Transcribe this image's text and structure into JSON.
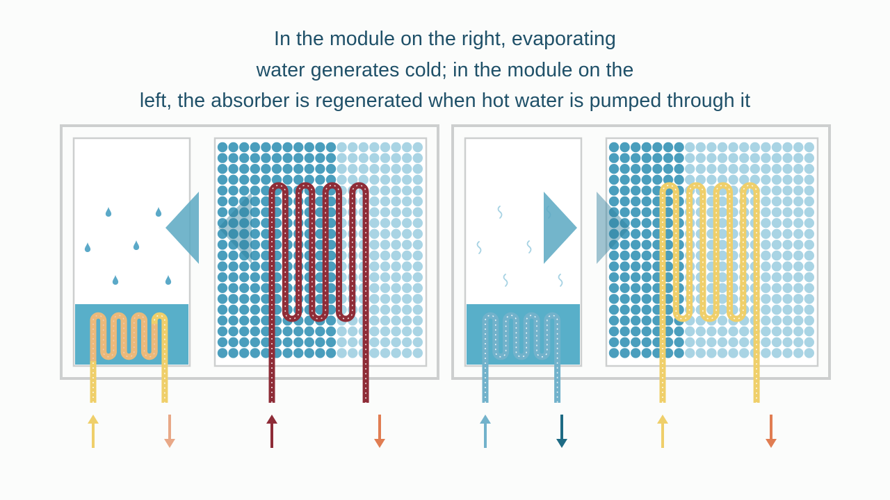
{
  "caption": {
    "line1": "In the module on the right, evaporating",
    "line2": "water generates cold; in the module on the",
    "line3": "left, the absorber is regenerated when hot water is pumped through it"
  },
  "colors": {
    "background": "#fbfcfb",
    "caption_text": "#1f5068",
    "frame": "#cdcfcf",
    "water": "#58afc9",
    "dots_saturated": "#4a9ebd",
    "dots_light": "#a9d4e4",
    "arrow_triangle": "#5aa8c2",
    "drop": "#5ba9c8",
    "yellow_pipe": "#efcf6a",
    "light_orange_pipe": "#e8a887",
    "dark_red_pipe": "#8e2c37",
    "orange_pipe": "#e07d52",
    "blue_pipe": "#72b2cb",
    "dark_teal_pipe": "#1e6b84"
  },
  "modules": [
    {
      "name": "left-module",
      "state": "regenerating",
      "condenser_symbol": "drop-icon",
      "airflow_direction": "left",
      "arrows": [
        {
          "name": "yellow-in-arrow",
          "direction": "up",
          "color": "#efcf6a"
        },
        {
          "name": "light-orange-out-arrow",
          "direction": "down",
          "color": "#e8a887"
        },
        {
          "name": "dark-red-in-arrow",
          "direction": "up",
          "color": "#8e2c37"
        },
        {
          "name": "orange-out-arrow",
          "direction": "down",
          "color": "#e07d52"
        }
      ]
    },
    {
      "name": "right-module",
      "state": "evaporating",
      "condenser_symbol": "vapor-icon",
      "airflow_direction": "right",
      "arrows": [
        {
          "name": "blue-in-arrow",
          "direction": "up",
          "color": "#72b2cb"
        },
        {
          "name": "dark-teal-out-arrow",
          "direction": "down",
          "color": "#1e6b84"
        },
        {
          "name": "yellow-in-arrow",
          "direction": "up",
          "color": "#efcf6a"
        },
        {
          "name": "orange-out-arrow",
          "direction": "down",
          "color": "#e07d52"
        }
      ]
    }
  ]
}
